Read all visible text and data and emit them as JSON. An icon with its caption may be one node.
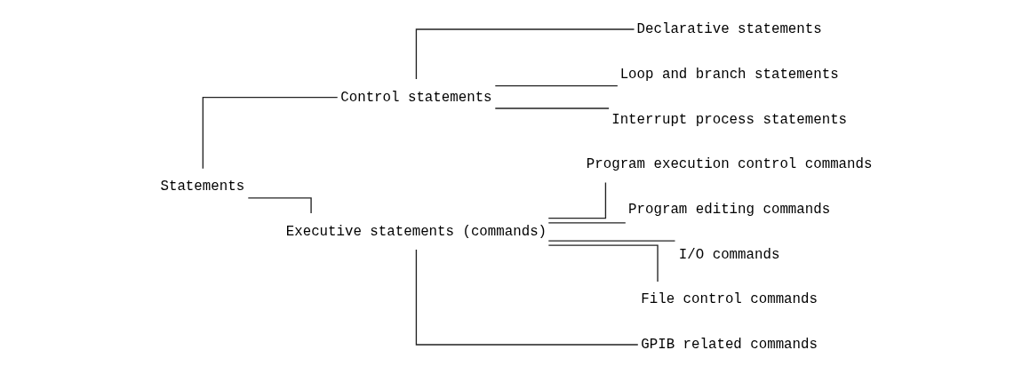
{
  "diagram": {
    "nodes": [
      {
        "text": [
          "Statements"
        ]
      },
      {
        "text": [
          "Control statements"
        ]
      },
      {
        "text": [
          "Executive statements (commands)"
        ]
      },
      {
        "text": [
          "Declarative statements"
        ]
      },
      {
        "text": [
          "Loop and branch statements"
        ]
      },
      {
        "text": [
          "Interrupt process statements"
        ]
      },
      {
        "text": [
          "Program execution control commands"
        ]
      },
      {
        "text": [
          "Program editing commands"
        ]
      },
      {
        "text": [
          "I/O commands"
        ]
      },
      {
        "text": [
          "File control commands"
        ]
      },
      {
        "text": [
          "GPIB related commands"
        ]
      }
    ],
    "edges": [
      {
        "from": 0,
        "to": 1,
        "arrow": "none"
      },
      {
        "from": 0,
        "to": 2,
        "arrow": "none"
      },
      {
        "from": 1,
        "to": 3,
        "arrow": "none"
      },
      {
        "from": 1,
        "to": 4,
        "arrow": "none"
      },
      {
        "from": 1,
        "to": 5,
        "arrow": "none"
      },
      {
        "from": 2,
        "to": 6,
        "arrow": "none"
      },
      {
        "from": 2,
        "to": 7,
        "arrow": "none"
      },
      {
        "from": 2,
        "to": 8,
        "arrow": "none"
      },
      {
        "from": 2,
        "to": 9,
        "arrow": "none"
      },
      {
        "from": 2,
        "to": 10,
        "arrow": "none"
      }
    ]
  }
}
